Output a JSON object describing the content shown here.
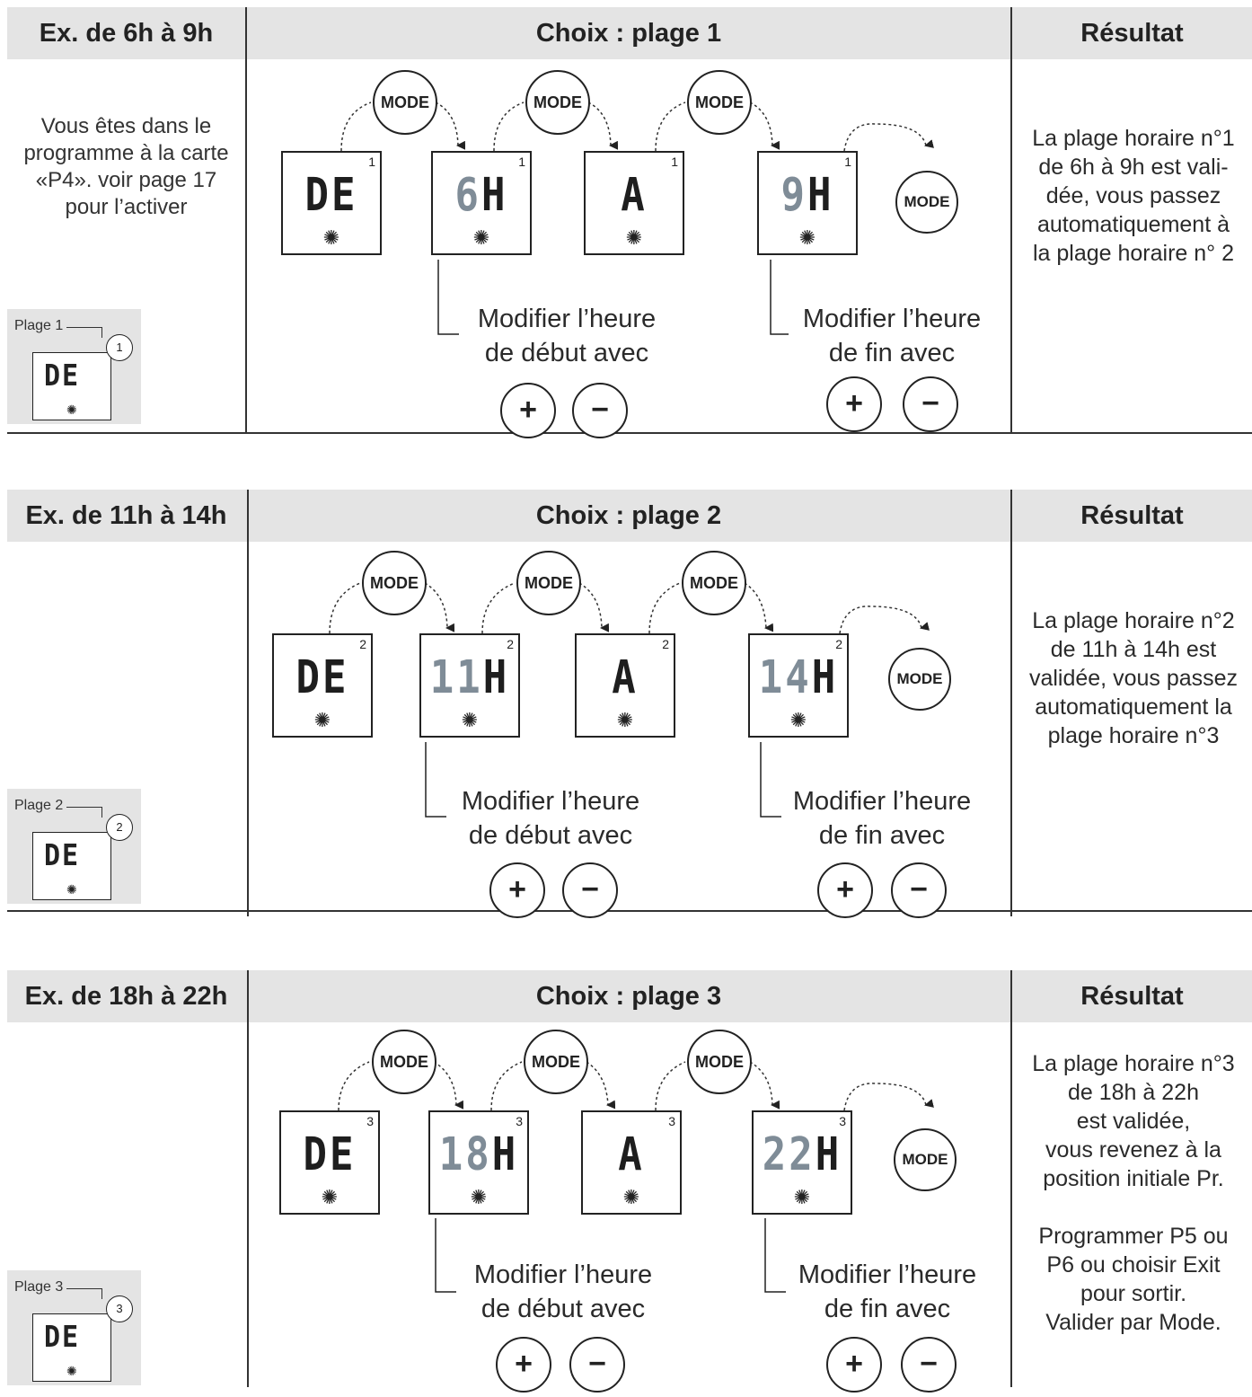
{
  "sections": [
    {
      "header": {
        "example": "Ex. de 6h à 9h",
        "choice": "Choix : plage 1",
        "result": "Résultat"
      },
      "intro": [
        "Vous êtes dans le",
        "programme à la carte",
        "«P4». voir page 17",
        "pour l’activer"
      ],
      "plage_label": "Plage 1",
      "plage_number": "1",
      "screens": [
        {
          "before": "",
          "highlight": "",
          "after": "DE",
          "number": "1"
        },
        {
          "before": "",
          "highlight": "6",
          "after": "H",
          "number": "1"
        },
        {
          "before": "",
          "highlight": "",
          "after": "A",
          "number": "1"
        },
        {
          "before": "",
          "highlight": "9",
          "after": "H",
          "number": "1"
        }
      ],
      "mode_label": "MODE",
      "caption_start": [
        "Modifier l’heure",
        "de début avec"
      ],
      "caption_end": [
        "Modifier l’heure",
        "de fin avec"
      ],
      "plus": "+",
      "minus": "−",
      "result_lines": [
        "La plage horaire n°1",
        "de 6h à 9h est vali-",
        "dée, vous passez",
        "automatiquement à",
        "la plage horaire n° 2"
      ]
    },
    {
      "header": {
        "example": "Ex. de 11h à 14h",
        "choice": "Choix : plage 2",
        "result": "Résultat"
      },
      "plage_label": "Plage 2",
      "plage_number": "2",
      "screens": [
        {
          "before": "",
          "highlight": "",
          "after": "DE",
          "number": "2"
        },
        {
          "before": "",
          "highlight": "11",
          "after": "H",
          "number": "2"
        },
        {
          "before": "",
          "highlight": "",
          "after": "A",
          "number": "2"
        },
        {
          "before": "",
          "highlight": "14",
          "after": "H",
          "number": "2"
        }
      ],
      "mode_label": "MODE",
      "caption_start": [
        "Modifier l’heure",
        "de début avec"
      ],
      "caption_end": [
        "Modifier l’heure",
        "de fin avec"
      ],
      "plus": "+",
      "minus": "−",
      "result_lines": [
        "La plage horaire n°2",
        "de 11h à 14h est",
        "validée, vous passez",
        "automatiquement la",
        "plage horaire n°3"
      ]
    },
    {
      "header": {
        "example": "Ex. de 18h à 22h",
        "choice": "Choix : plage  3",
        "result": "Résultat"
      },
      "plage_label": "Plage 3",
      "plage_number": "3",
      "screens": [
        {
          "before": "",
          "highlight": "",
          "after": "DE",
          "number": "3"
        },
        {
          "before": "",
          "highlight": "18",
          "after": "H",
          "number": "3"
        },
        {
          "before": "",
          "highlight": "",
          "after": "A",
          "number": "3"
        },
        {
          "before": "",
          "highlight": "22",
          "after": "H",
          "number": "3"
        }
      ],
      "mode_label": "MODE",
      "caption_start": [
        "Modifier l’heure",
        "de début avec"
      ],
      "caption_end": [
        "Modifier l’heure",
        "de fin avec"
      ],
      "plus": "+",
      "minus": "−",
      "result_lines": [
        "La plage horaire n°3",
        "de 18h à 22h",
        "est validée,",
        "vous revenez à la",
        "position initiale Pr.",
        "",
        "Programmer P5 ou",
        "P6 ou choisir Exit",
        "pour sortir.",
        "Valider par Mode."
      ]
    }
  ],
  "colors": {
    "header_bg": "#e4e4e4",
    "digit_highlight": "#7f8c97",
    "border": "#333333"
  }
}
